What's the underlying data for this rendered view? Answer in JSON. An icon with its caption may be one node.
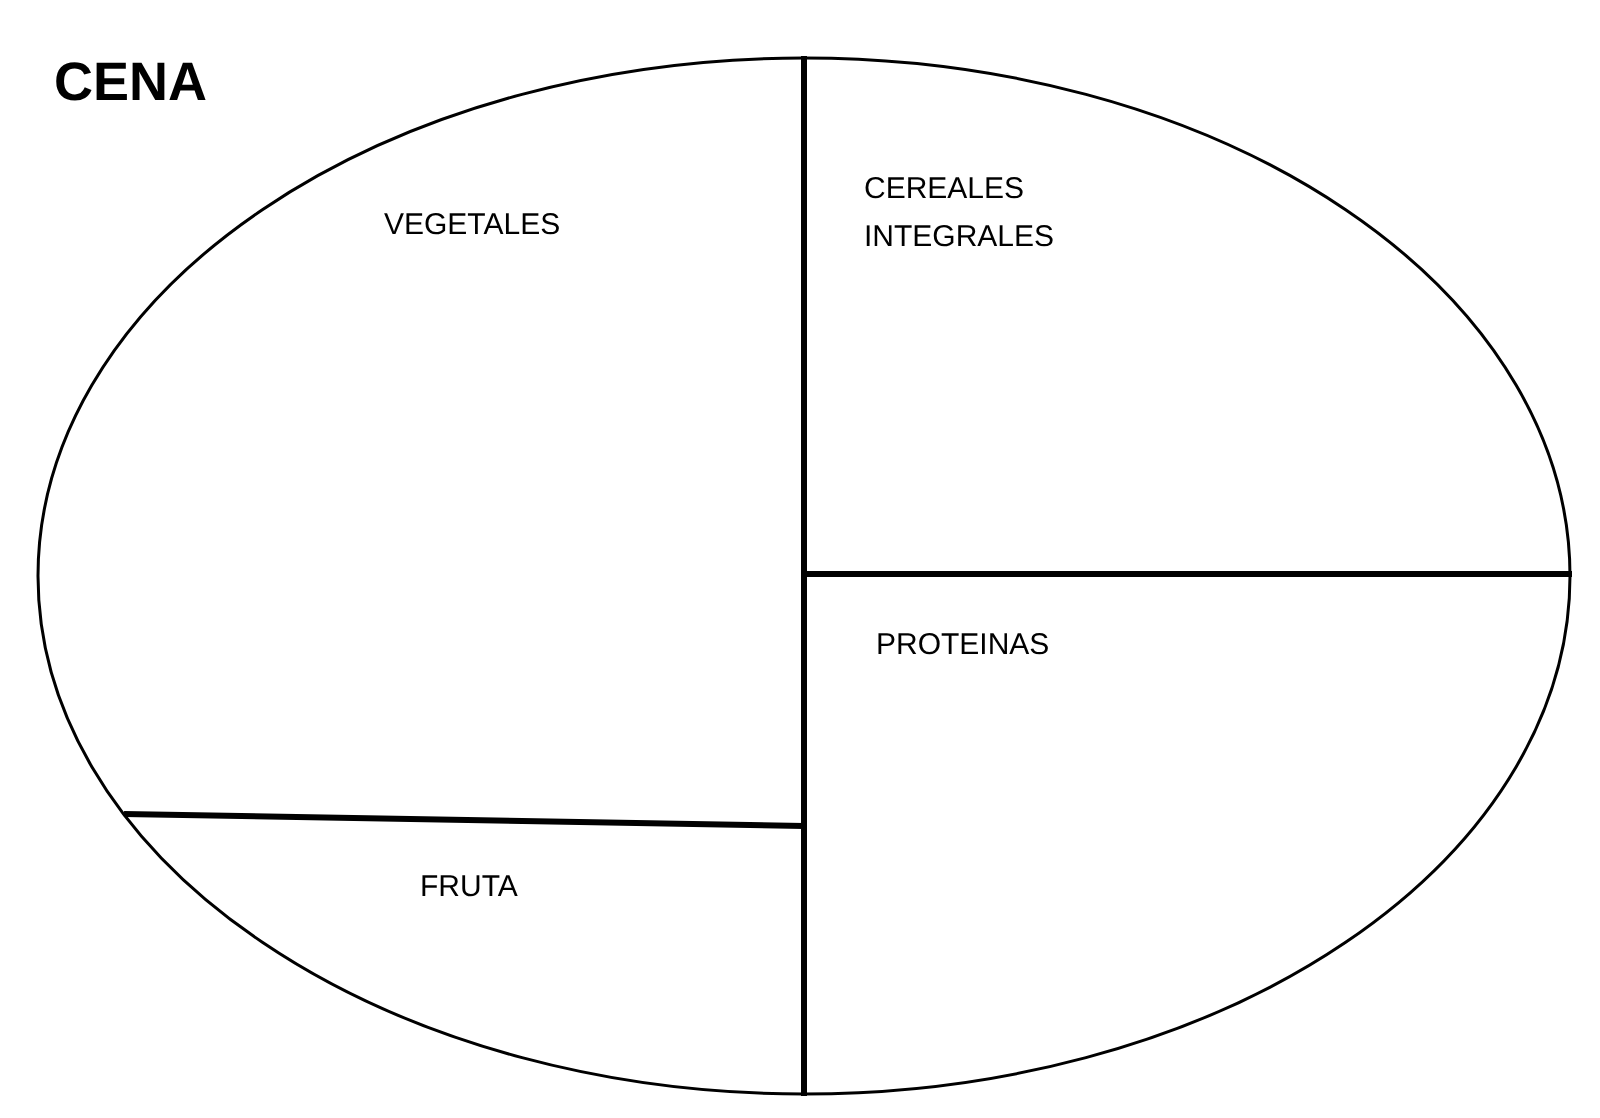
{
  "diagram": {
    "title": "CENA",
    "nodes": [
      {
        "text": [],
        "shape": "ellipse"
      },
      {
        "text": [
          "VEGETALES"
        ],
        "in": 0
      },
      {
        "text": [
          "CEREALES INTEGRALES"
        ],
        "in": 0
      },
      {
        "text": [
          "PROTEINAS"
        ],
        "in": 0
      },
      {
        "text": [
          "FRUTA"
        ],
        "in": 0
      }
    ],
    "edges": []
  }
}
